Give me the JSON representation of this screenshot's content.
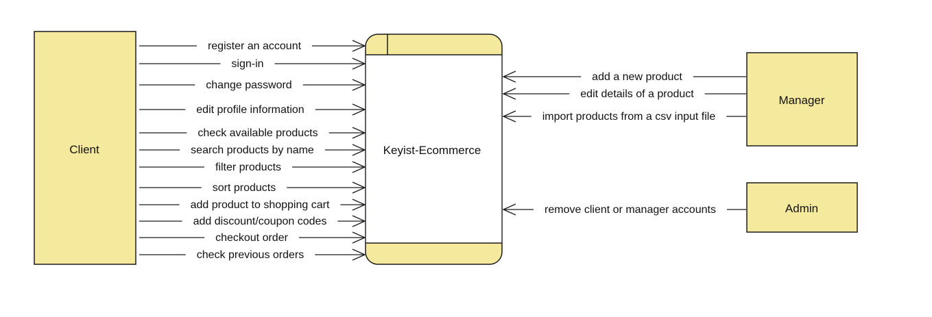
{
  "colors": {
    "entity_fill": "#f5e99e",
    "stroke": "#1a1a1a",
    "process_body": "#ffffff",
    "text": "#111111"
  },
  "process": {
    "name": "Keyist-Ecommerce"
  },
  "entities": {
    "client": "Client",
    "manager": "Manager",
    "admin": "Admin"
  },
  "client_flows": [
    "register an account",
    "sign-in",
    "change password",
    "edit profile information",
    "check available products",
    "search products by name",
    "filter products",
    "sort products",
    "add product to shopping cart",
    "add discount/coupon codes",
    "checkout order",
    "check previous orders"
  ],
  "manager_flows": [
    "add a new product",
    "edit details of a product",
    "import products from a csv input file"
  ],
  "admin_flows": [
    "remove client or manager accounts"
  ]
}
